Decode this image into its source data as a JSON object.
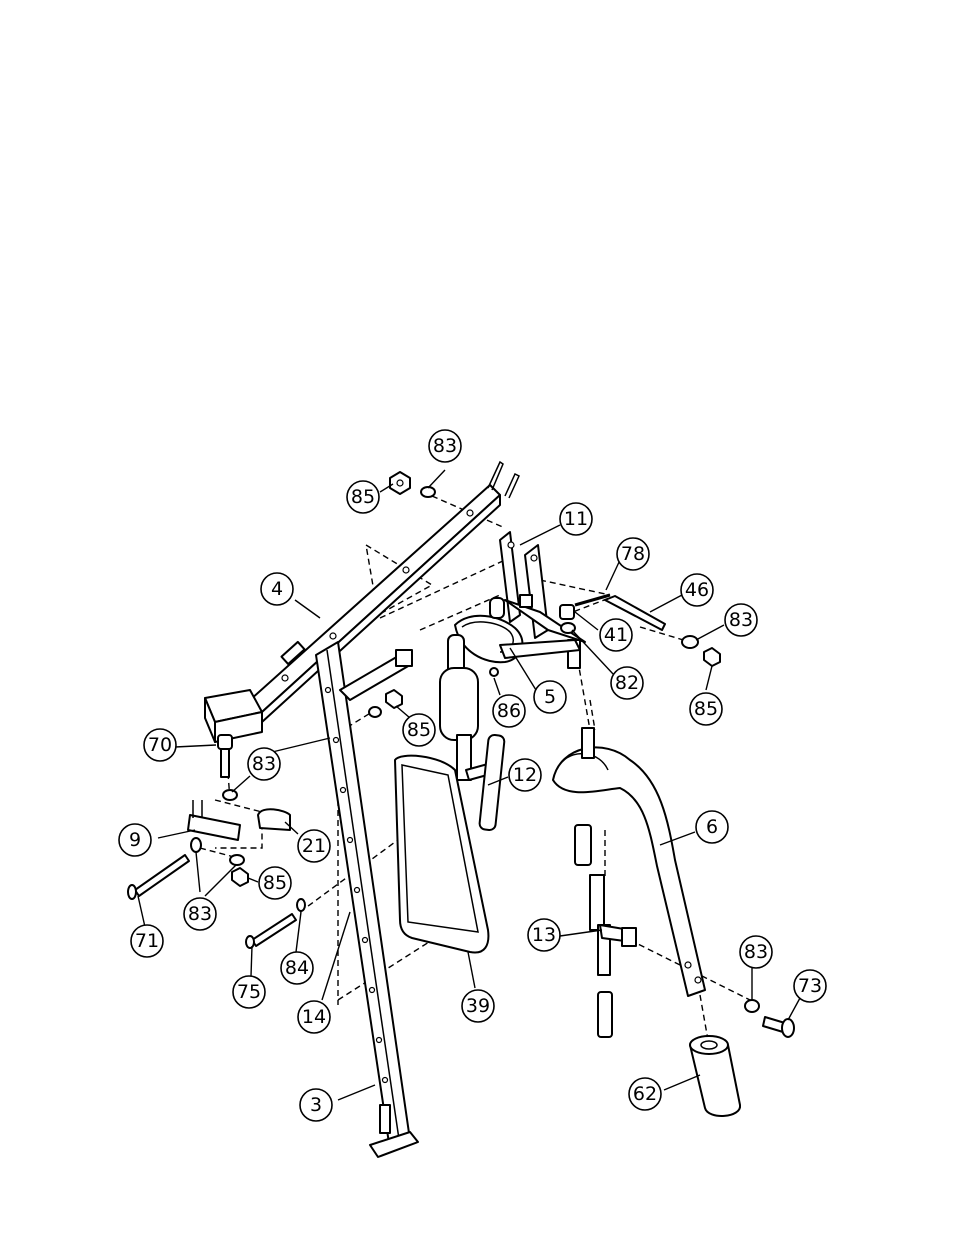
{
  "callouts": [
    {
      "id": "c-83-top",
      "label": "83"
    },
    {
      "id": "c-85-top",
      "label": "85"
    },
    {
      "id": "c-11",
      "label": "11"
    },
    {
      "id": "c-78",
      "label": "78"
    },
    {
      "id": "c-46",
      "label": "46"
    },
    {
      "id": "c-83-right",
      "label": "83"
    },
    {
      "id": "c-41",
      "label": "41"
    },
    {
      "id": "c-82",
      "label": "82"
    },
    {
      "id": "c-85-right",
      "label": "85"
    },
    {
      "id": "c-4",
      "label": "4"
    },
    {
      "id": "c-5",
      "label": "5"
    },
    {
      "id": "c-86",
      "label": "86"
    },
    {
      "id": "c-85-mid",
      "label": "85"
    },
    {
      "id": "c-70",
      "label": "70"
    },
    {
      "id": "c-83-mid",
      "label": "83"
    },
    {
      "id": "c-12",
      "label": "12"
    },
    {
      "id": "c-6",
      "label": "6"
    },
    {
      "id": "c-9",
      "label": "9"
    },
    {
      "id": "c-21",
      "label": "21"
    },
    {
      "id": "c-85-left",
      "label": "85"
    },
    {
      "id": "c-83-left",
      "label": "83"
    },
    {
      "id": "c-71",
      "label": "71"
    },
    {
      "id": "c-13",
      "label": "13"
    },
    {
      "id": "c-84",
      "label": "84"
    },
    {
      "id": "c-75",
      "label": "75"
    },
    {
      "id": "c-14",
      "label": "14"
    },
    {
      "id": "c-39",
      "label": "39"
    },
    {
      "id": "c-83-bottom",
      "label": "83"
    },
    {
      "id": "c-73",
      "label": "73"
    },
    {
      "id": "c-62",
      "label": "62"
    },
    {
      "id": "c-3",
      "label": "3"
    }
  ]
}
